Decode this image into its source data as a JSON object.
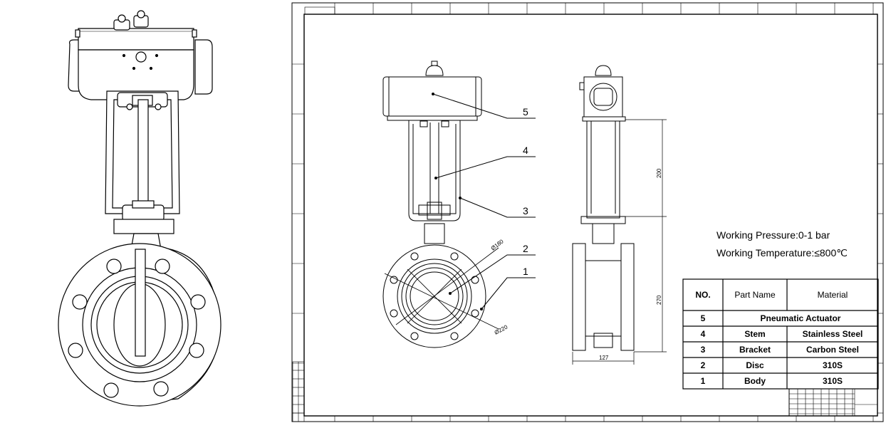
{
  "notes": {
    "pressure": "Working Pressure:0-1 bar",
    "temperature": "Working Temperature:≤800℃"
  },
  "dimensions": {
    "bracket_height": "200",
    "body_height": "270",
    "face_width": "127",
    "bore_dia": "Ø180",
    "flange_dia": "Ø220"
  },
  "callouts": [
    "5",
    "4",
    "3",
    "2",
    "1"
  ],
  "parts_table": {
    "headers": [
      "NO.",
      "Part Name",
      "Material"
    ],
    "rows": [
      {
        "no": "5",
        "name": "Pneumatic Actuator",
        "material": ""
      },
      {
        "no": "4",
        "name": "Stem",
        "material": "Stainless Steel"
      },
      {
        "no": "3",
        "name": "Bracket",
        "material": "Carbon Steel"
      },
      {
        "no": "2",
        "name": "Disc",
        "material": "310S"
      },
      {
        "no": "1",
        "name": "Body",
        "material": "310S"
      }
    ]
  }
}
